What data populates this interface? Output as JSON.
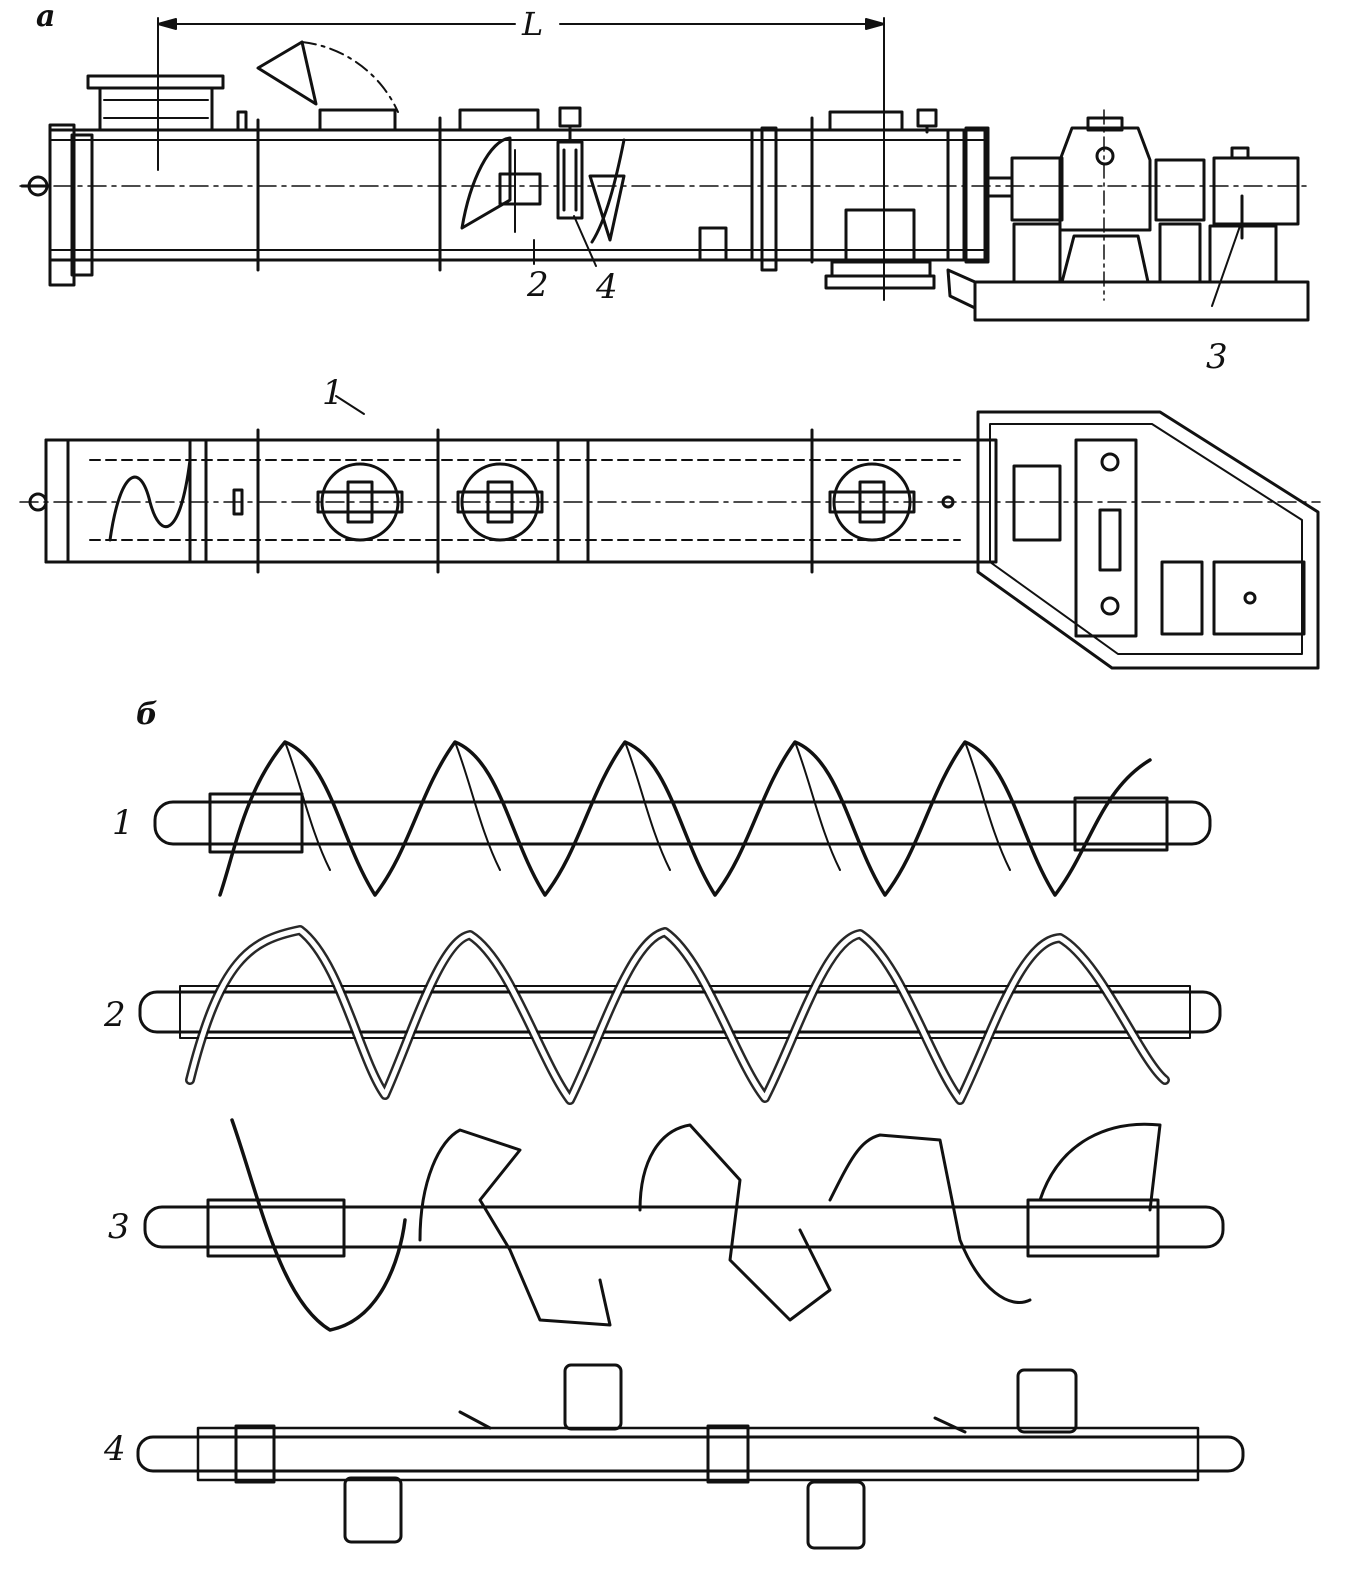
{
  "panel_a": {
    "letter": "а",
    "dimension_label": "L",
    "callouts": [
      "1",
      "2",
      "3",
      "4"
    ]
  },
  "panel_b": {
    "letter": "б",
    "screw_labels": [
      "1",
      "2",
      "3",
      "4"
    ]
  }
}
